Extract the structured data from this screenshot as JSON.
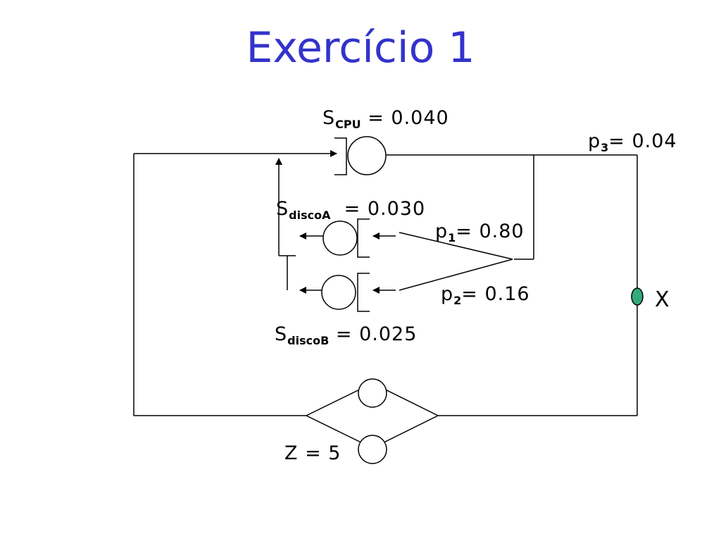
{
  "slide": {
    "title": "Exercício 1"
  },
  "labels": {
    "s_cpu": {
      "base": "S",
      "sub": "CPU",
      "value": "= 0.040"
    },
    "s_discoA": {
      "base": "S",
      "sub": "discoA",
      "value": "= 0.030"
    },
    "s_discoB": {
      "base": "S",
      "sub": "discoB",
      "value": "= 0.025"
    },
    "p1": {
      "base": "p",
      "sub": "1",
      "value": "= 0.80"
    },
    "p2": {
      "base": "p",
      "sub": "2",
      "value": "= 0.16"
    },
    "p3": {
      "base": "p",
      "sub": "3",
      "value": "= 0.04"
    },
    "x": "X",
    "z": "Z = 5"
  },
  "colors": {
    "title": "#3333cc",
    "throughput_marker": "#33aa77",
    "line": "#000000"
  }
}
